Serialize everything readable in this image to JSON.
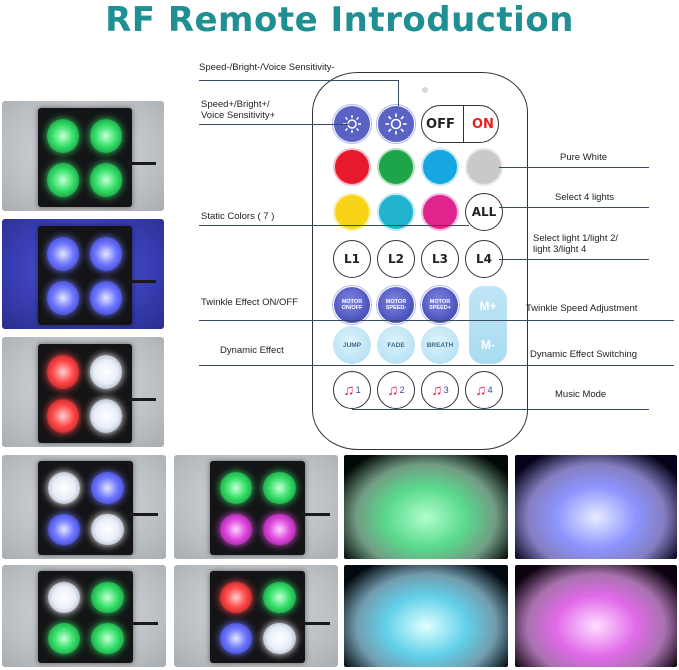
{
  "title": "RF Remote Introduction",
  "labels": {
    "speed_minus": "Speed-/Bright-/Voice Sensitivity-",
    "speed_plus": "Speed+/Bright+/\nVoice Sensitivity+",
    "static_colors": "Static Colors ( 7 )",
    "twinkle_onoff": "Twinkle Effect ON/OFF",
    "dynamic_effect": "Dynamic Effect",
    "pure_white": "Pure White",
    "select_4": "Select 4 lights",
    "select_light": "Select light 1/light 2/\nlight 3/light 4",
    "twinkle_speed": "Twinkle Speed Adjustment",
    "dynamic_switch": "Dynamic Effect Switching",
    "music_mode": "Music Mode"
  },
  "remote": {
    "off": "OFF",
    "on": "ON",
    "all": "ALL",
    "l1": "L1",
    "l2": "L2",
    "l3": "L3",
    "l4": "L4",
    "motor_onoff": "MOTOR\nON/OFF",
    "motor_speed_minus": "MOTOR\nSPEED-",
    "motor_speed_plus": "MOTOR\nSPEED+",
    "jump": "JUMP",
    "fade": "FADE",
    "breath": "BREATH",
    "m_plus": "M+",
    "m_minus": "M-",
    "music1": "1",
    "music2": "2",
    "music3": "3",
    "music4": "4",
    "colors": {
      "red": "#e8192c",
      "green": "#1ea54a",
      "cyan": "#16a7e0",
      "white": "#c9c9c9",
      "yellow": "#f8d418",
      "teal": "#22b4cf",
      "magenta": "#e0248e"
    }
  }
}
